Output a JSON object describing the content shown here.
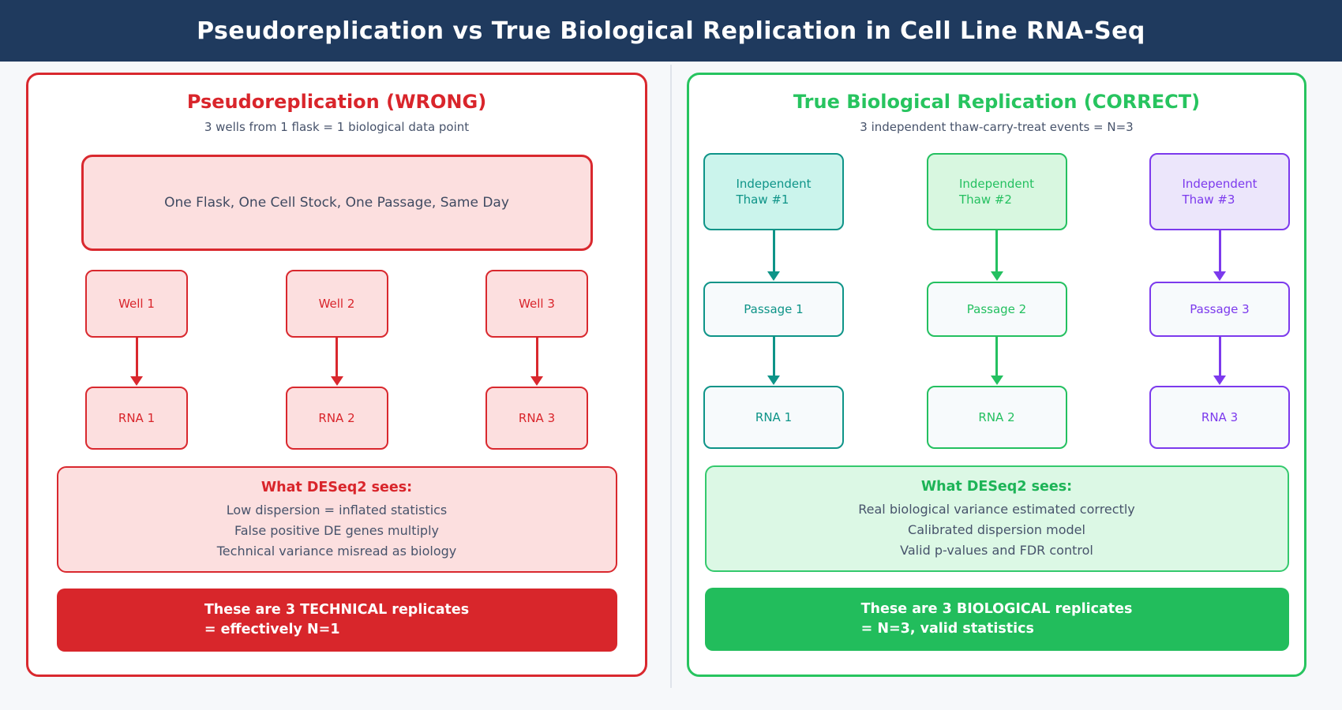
{
  "header": {
    "title": "Pseudoreplication vs True Biological Replication in Cell Line RNA-Seq"
  },
  "left_panel": {
    "title": "Pseudoreplication (WRONG)",
    "subtitle": "3 wells from 1 flask = 1 biological data point",
    "source_box": "One Flask, One Cell Stock, One Passage, Same Day",
    "wells": [
      "Well 1",
      "Well 2",
      "Well 3"
    ],
    "rna": [
      "RNA 1",
      "RNA 2",
      "RNA 3"
    ],
    "deseq": {
      "heading": "What DESeq2 sees:",
      "lines": [
        "Low dispersion = inflated statistics",
        "False positive DE genes multiply",
        "Technical variance misread as biology"
      ]
    },
    "verdict": {
      "line1": "These are 3 TECHNICAL replicates",
      "line2": "= effectively N=1"
    },
    "colors": {
      "accent": "#d9282e",
      "fill": "#fcdfdf",
      "verdict_bg": "#d8262b"
    }
  },
  "right_panel": {
    "title": "True Biological Replication (CORRECT)",
    "subtitle": "3 independent thaw-carry-treat events = N=3",
    "columns": [
      {
        "thaw_line1": "Independent",
        "thaw_line2": "Thaw #1",
        "passage": "Passage 1",
        "rna": "RNA 1",
        "accent": "#0e9488",
        "fill": "#cbf4ec"
      },
      {
        "thaw_line1": "Independent",
        "thaw_line2": "Thaw #2",
        "passage": "Passage 2",
        "rna": "RNA 2",
        "accent": "#24c060",
        "fill": "#d8f7e0"
      },
      {
        "thaw_line1": "Independent",
        "thaw_line2": "Thaw #3",
        "passage": "Passage 3",
        "rna": "RNA 3",
        "accent": "#7c3aed",
        "fill": "#ece6fb"
      }
    ],
    "deseq": {
      "heading": "What DESeq2 sees:",
      "lines": [
        "Real biological variance estimated correctly",
        "Calibrated dispersion model",
        "Valid p-values and FDR control"
      ]
    },
    "verdict": {
      "line1": "These are 3 BIOLOGICAL replicates",
      "line2": "= N=3, valid statistics"
    },
    "colors": {
      "accent": "#27c45f",
      "fill": "#dcf8e5",
      "verdict_bg": "#22bd5c"
    }
  }
}
